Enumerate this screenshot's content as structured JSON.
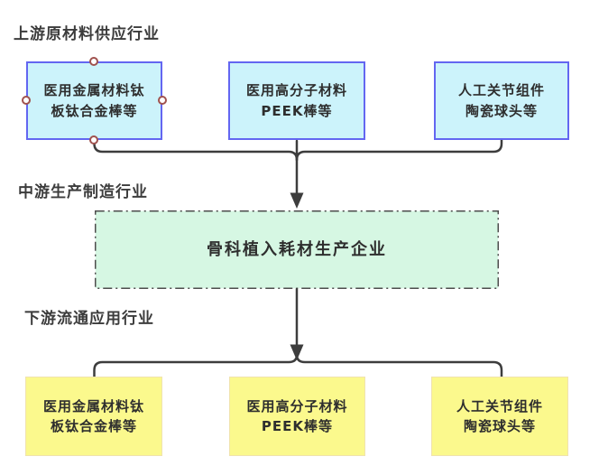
{
  "sections": {
    "upstream_label": "上游原材料供应行业",
    "midstream_label": "中游生产制造行业",
    "downstream_label": "下游流通应用行业"
  },
  "upstream_boxes": [
    {
      "label": "医用金属材料钛\n板钛合金棒等"
    },
    {
      "label": "医用高分子材料\nPEEK棒等"
    },
    {
      "label": "人工关节组件\n陶瓷球头等"
    }
  ],
  "midstream_box": {
    "label": "骨科植入耗材生产企业"
  },
  "downstream_boxes": [
    {
      "label": "医用金属材料钛\n板钛合金棒等"
    },
    {
      "label": "医用高分子材料\nPEEK棒等"
    },
    {
      "label": "人工关节组件\n陶瓷球头等"
    }
  ],
  "colors": {
    "upstream_fill": "#ccf3fb",
    "upstream_border": "#6366f1",
    "midstream_fill": "#d6f7e3",
    "midstream_border": "#4d4d4d",
    "downstream_fill": "#fbf98d",
    "connector": "#3d3d3d",
    "handle_ring": "#a0524e",
    "label_text": "#3c3c3c",
    "node_text": "#2e2e2e"
  }
}
